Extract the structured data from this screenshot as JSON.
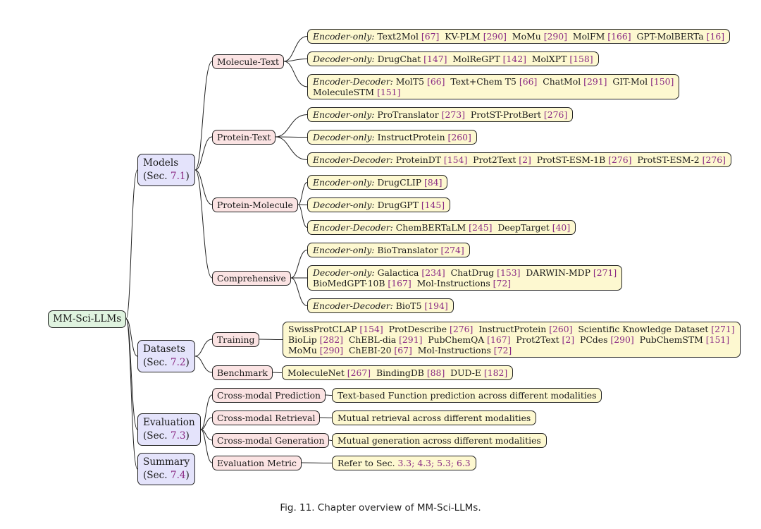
{
  "root": "MM-Sci-LLMs",
  "caption": "Fig. 11.  Chapter overview of MM-Sci-LLMs.",
  "sections": [
    {
      "title": "Models",
      "sec_prefix": "(Sec. ",
      "sec_ref": "7.1",
      "sec_suffix": ")",
      "groups": [
        {
          "label": "Molecule-Text",
          "leaves": [
            {
              "category": "Encoder-only:",
              "lines": [
                [
                  {
                    "t": "Text2Mol",
                    "r": "[67]"
                  },
                  {
                    "t": "KV-PLM",
                    "r": "[290]"
                  },
                  {
                    "t": "MoMu",
                    "r": "[290]"
                  },
                  {
                    "t": "MolFM",
                    "r": "[166]"
                  },
                  {
                    "t": "GPT-MolBERTa",
                    "r": "[16]"
                  }
                ]
              ]
            },
            {
              "category": "Decoder-only:",
              "lines": [
                [
                  {
                    "t": "DrugChat",
                    "r": "[147]"
                  },
                  {
                    "t": "MolReGPT",
                    "r": "[142]"
                  },
                  {
                    "t": "MolXPT",
                    "r": "[158]"
                  }
                ]
              ]
            },
            {
              "category": "Encoder-Decoder:",
              "lines": [
                [
                  {
                    "t": "MolT5",
                    "r": "[66]"
                  },
                  {
                    "t": "Text+Chem T5",
                    "r": "[66]"
                  },
                  {
                    "t": "ChatMol",
                    "r": "[291]"
                  },
                  {
                    "t": "GIT-Mol",
                    "r": "[150]"
                  }
                ],
                [
                  {
                    "t": "MoleculeSTM",
                    "r": "[151]"
                  }
                ]
              ]
            }
          ]
        },
        {
          "label": "Protein-Text",
          "leaves": [
            {
              "category": "Encoder-only:",
              "lines": [
                [
                  {
                    "t": "ProTranslator",
                    "r": "[273]"
                  },
                  {
                    "t": "ProtST-ProtBert",
                    "r": "[276]"
                  }
                ]
              ]
            },
            {
              "category": "Decoder-only:",
              "lines": [
                [
                  {
                    "t": "InstructProtein",
                    "r": "[260]"
                  }
                ]
              ]
            },
            {
              "category": "Encoder-Decoder:",
              "lines": [
                [
                  {
                    "t": "ProteinDT",
                    "r": "[154]"
                  },
                  {
                    "t": "Prot2Text",
                    "r": "[2]"
                  },
                  {
                    "t": "ProtST-ESM-1B",
                    "r": "[276]"
                  },
                  {
                    "t": "ProtST-ESM-2",
                    "r": "[276]"
                  }
                ]
              ]
            }
          ]
        },
        {
          "label": "Protein-Molecule",
          "leaves": [
            {
              "category": "Encoder-only:",
              "lines": [
                [
                  {
                    "t": "DrugCLIP",
                    "r": "[84]"
                  }
                ]
              ]
            },
            {
              "category": "Decoder-only:",
              "lines": [
                [
                  {
                    "t": "DrugGPT",
                    "r": "[145]"
                  }
                ]
              ]
            },
            {
              "category": "Encoder-Decoder:",
              "lines": [
                [
                  {
                    "t": "ChemBERTaLM",
                    "r": "[245]"
                  },
                  {
                    "t": "DeepTarget",
                    "r": "[40]"
                  }
                ]
              ]
            }
          ]
        },
        {
          "label": "Comprehensive",
          "leaves": [
            {
              "category": "Encoder-only:",
              "lines": [
                [
                  {
                    "t": "BioTranslator",
                    "r": "[274]"
                  }
                ]
              ]
            },
            {
              "category": "Decoder-only:",
              "lines": [
                [
                  {
                    "t": "Galactica",
                    "r": "[234]"
                  },
                  {
                    "t": "ChatDrug",
                    "r": "[153]"
                  },
                  {
                    "t": "DARWIN-MDP",
                    "r": "[271]"
                  }
                ],
                [
                  {
                    "t": "BioMedGPT-10B",
                    "r": "[167]"
                  },
                  {
                    "t": "Mol-Instructions",
                    "r": "[72]"
                  }
                ]
              ]
            },
            {
              "category": "Encoder-Decoder:",
              "lines": [
                [
                  {
                    "t": "BioT5",
                    "r": "[194]"
                  }
                ]
              ]
            }
          ]
        }
      ]
    },
    {
      "title": "Datasets",
      "sec_prefix": "(Sec. ",
      "sec_ref": "7.2",
      "sec_suffix": ")",
      "groups": [
        {
          "label": "Training",
          "leaves": [
            {
              "category": "",
              "lines": [
                [
                  {
                    "t": "SwissProtCLAP",
                    "r": "[154]"
                  },
                  {
                    "t": "ProtDescribe",
                    "r": "[276]"
                  },
                  {
                    "t": "InstructProtein",
                    "r": "[260]"
                  },
                  {
                    "t": "Scientific Knowledge Dataset",
                    "r": "[271]"
                  }
                ],
                [
                  {
                    "t": "BioLip",
                    "r": "[282]"
                  },
                  {
                    "t": "ChEBL-dia",
                    "r": "[291]"
                  },
                  {
                    "t": "PubChemQA",
                    "r": "[167]"
                  },
                  {
                    "t": "Prot2Text",
                    "r": "[2]"
                  },
                  {
                    "t": "PCdes",
                    "r": "[290]"
                  },
                  {
                    "t": "PubChemSTM",
                    "r": "[151]"
                  }
                ],
                [
                  {
                    "t": "MoMu",
                    "r": "[290]"
                  },
                  {
                    "t": "ChEBI-20",
                    "r": "[67]"
                  },
                  {
                    "t": "Mol-Instructions",
                    "r": "[72]"
                  }
                ]
              ]
            }
          ]
        },
        {
          "label": "Benchmark",
          "leaves": [
            {
              "category": "",
              "lines": [
                [
                  {
                    "t": "MoleculeNet",
                    "r": "[267]"
                  },
                  {
                    "t": "BindingDB",
                    "r": "[88]"
                  },
                  {
                    "t": "DUD-E",
                    "r": "[182]"
                  }
                ]
              ]
            }
          ]
        }
      ]
    },
    {
      "title": "Evaluation",
      "sec_prefix": "(Sec. ",
      "sec_ref": "7.3",
      "sec_suffix": ")",
      "groups": [
        {
          "label": "Cross-modal Prediction",
          "leaves": [
            {
              "category": "",
              "lines": [
                [
                  {
                    "t": "Text-based Function prediction across different modalities",
                    "r": ""
                  }
                ]
              ]
            }
          ]
        },
        {
          "label": "Cross-modal Retrieval",
          "leaves": [
            {
              "category": "",
              "lines": [
                [
                  {
                    "t": "Mutual retrieval across different modalities",
                    "r": ""
                  }
                ]
              ]
            }
          ]
        },
        {
          "label": "Cross-modal Generation",
          "leaves": [
            {
              "category": "",
              "lines": [
                [
                  {
                    "t": "Mutual generation across different modalities",
                    "r": ""
                  }
                ]
              ]
            }
          ]
        },
        {
          "label": "Evaluation Metric",
          "leaves": [
            {
              "category": "",
              "lines": [
                [
                  {
                    "t": "Refer to Sec.",
                    "r": "3.3"
                  },
                  {
                    "t": "",
                    "r": "; 4.3; 5.3; 6.3"
                  }
                ]
              ]
            }
          ]
        }
      ]
    },
    {
      "title": "Summary",
      "sec_prefix": "(Sec. ",
      "sec_ref": "7.4",
      "sec_suffix": ")",
      "groups": []
    }
  ]
}
